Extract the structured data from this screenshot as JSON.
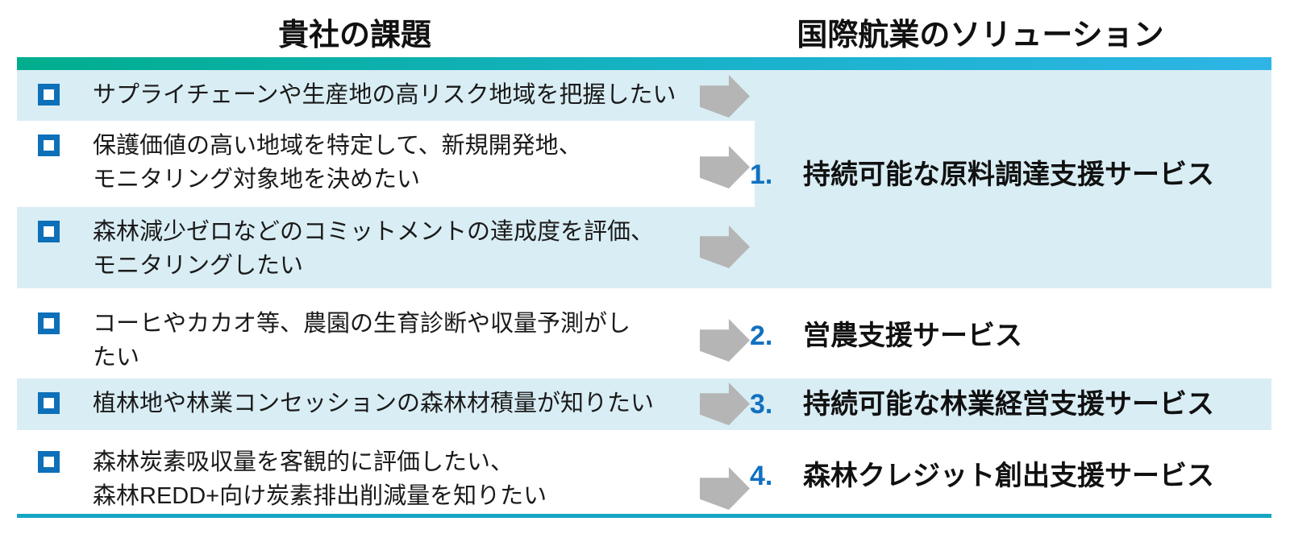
{
  "headers": {
    "left": "貴社の課題",
    "right": "国際航業のソリューション"
  },
  "challenges": [
    {
      "lines": [
        "サプライチェーンや生産地の高リスク地域を把握したい"
      ]
    },
    {
      "lines": [
        "保護価値の高い地域を特定して、新規開発地、",
        "モニタリング対象地を決めたい"
      ]
    },
    {
      "lines": [
        "森林減少ゼロなどのコミットメントの達成度を評価、",
        "モニタリングしたい"
      ]
    },
    {
      "lines": [
        "コーヒやカカオ等、農園の生育診断や収量予測がし",
        "たい"
      ]
    },
    {
      "lines": [
        "植林地や林業コンセッションの森林材積量が知りたい"
      ]
    },
    {
      "lines": [
        "森林炭素吸収量を客観的に評価したい、",
        "森林REDD+向け炭素排出削減量を知りたい"
      ]
    }
  ],
  "solutions": [
    {
      "number": "1.",
      "label": "持続可能な原料調達支援サービス"
    },
    {
      "number": "2.",
      "label": "営農支援サービス"
    },
    {
      "number": "3.",
      "label": "持続可能な林業経営支援サービス"
    },
    {
      "number": "4.",
      "label": "森林クレジット創出支援サービス"
    }
  ],
  "icons": {
    "checkbox": "blue-outline-checkbox",
    "arrow": "gray-block-right-arrow"
  },
  "colors": {
    "gradient_start": "#00ae8d",
    "gradient_end": "#2eb5e6",
    "band_light_blue": "#d9edf4",
    "checkbox_border_blue": "#0d70b8",
    "solution_number_blue": "#1271bf",
    "arrow_gray": "#b5b5b5",
    "bottom_divider_teal": "#15a6c3",
    "text_black": "#111111"
  }
}
